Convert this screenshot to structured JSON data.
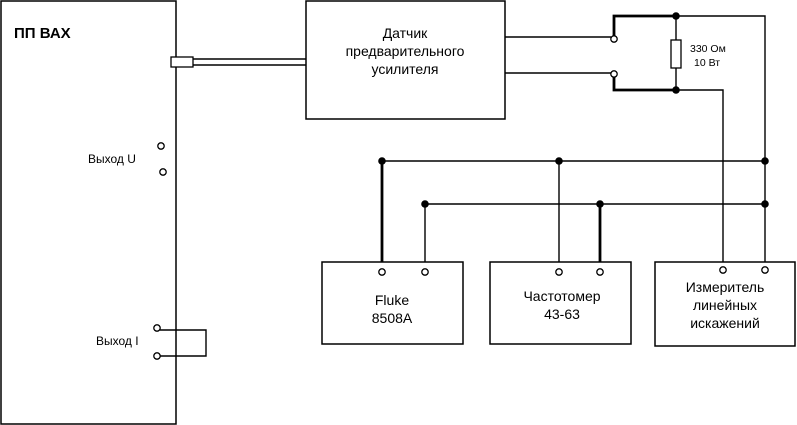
{
  "main_unit": {
    "title": "ПП ВАХ",
    "output_u": "Выход U",
    "output_i": "Выход I"
  },
  "sensor": {
    "line1": "Датчик",
    "line2": "предварительного",
    "line3": "усилителя"
  },
  "resistor": {
    "value": "330 Ом",
    "power": "10 Вт"
  },
  "fluke": {
    "line1": "Fluke",
    "line2": "8508A"
  },
  "counter": {
    "line1": "Частотомер",
    "line2": "43-63"
  },
  "distortion_meter": {
    "line1": "Измеритель",
    "line2": "линейных",
    "line3": "искажений"
  }
}
